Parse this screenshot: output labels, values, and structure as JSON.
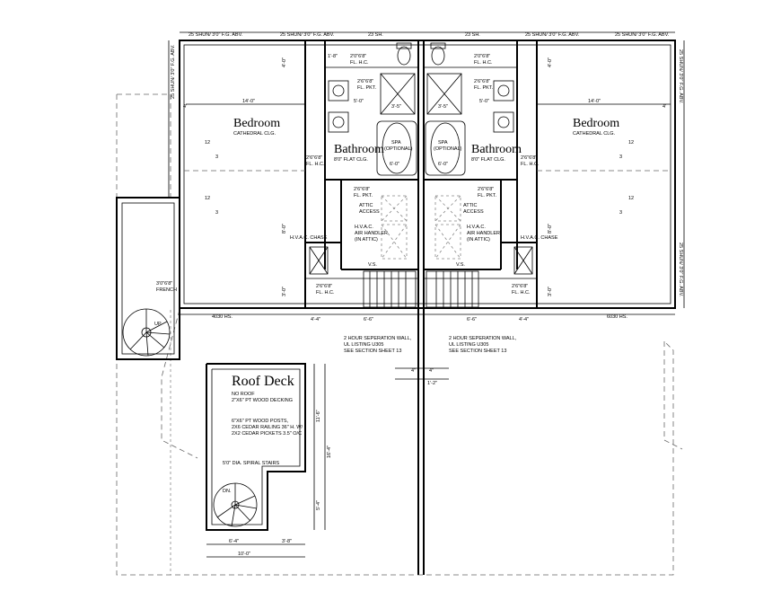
{
  "rooms": {
    "bedroom_left": "Bedroom",
    "bedroom_left_sub": "CATHEDRAL CLG.",
    "bedroom_right": "Bedroom",
    "bedroom_right_sub": "CATHEDRAL CLG.",
    "bathroom_left": "Bathroom",
    "bathroom_left_sub": "8'0\" FLAT CLG.",
    "bathroom_right": "Bathroom",
    "bathroom_right_sub": "8'0\" FLAT CLG.",
    "roof_deck": "Roof Deck"
  },
  "top_labels": {
    "win1": "25 SHUN/ 3'0\" F.G. ABV.",
    "win2": "25 SHUN/ 3'0\" F.G. ABV.",
    "sh_left": "23 SH.",
    "sh_right": "23 SH.",
    "win3": "25 SHUN/ 3'0\" F.G. ABV.",
    "win4": "25 SHUN/ 3'0\" F.G. ABV.",
    "side_left": "25 SHUN/ 3'0\" F.G. ABV.",
    "side_right": "25 SHUN/ 3'0\" F.G. ABV.",
    "side_right_low": "25 SHUN/ 3'0\" F.G. ABV."
  },
  "dims": {
    "bed_width": "14'-0\"",
    "bed_width_r": "14'-0\"",
    "bath_w_l": "5'-0\"",
    "bath_w_r": "5'-0\"",
    "shower_l": "3'-5\"",
    "shower_r": "3'-5\"",
    "spa_w_l": "6'-0\"",
    "spa_w_r": "6'-0\"",
    "mid_l": "6'-6\"",
    "mid_r": "6'-6\"",
    "small_l": "4'-4\"",
    "small_r": "4'-4\"",
    "sep_l": "4\"",
    "sep_r": "4\"",
    "sep_total": "1'-2\"",
    "deck_w1": "6'-4\"",
    "deck_w2": "3'-8\"",
    "deck_total": "10'-0\"",
    "deck_h1": "11'-6\"",
    "deck_h2": "16'-4\"",
    "deck_h3": "5'-4\"",
    "four1": "4'",
    "four2": "4'",
    "v1": "4'-0\"",
    "v2": "4'-0\"",
    "v3": "8'-0\"",
    "v4": "8'-0\"",
    "v5": "3'-0\"",
    "v6": "3'-0\""
  },
  "doors": {
    "d1": "1'-8\"",
    "d2": "2'0\"6'8\"",
    "d3": "FL. H.C.",
    "d4": "2'6\"6'8\"",
    "d5": "FL. PKT.",
    "d6": "2'6\"6'8\"",
    "d7": "FL. H.C.",
    "d8": "2'6\"6'8\"",
    "d9": "FL. PKT.",
    "d10": "2'6\"6'8\"",
    "d11": "FL. H.C.",
    "d12": "2'0\"6'8\"",
    "d13": "FL. H.C.",
    "d14": "2'6\"6'8\"",
    "d15": "FL. PKT.",
    "d16": "2'6\"6'8\"",
    "d17": "FL. H.C.",
    "d18": "2'6\"6'8\"",
    "d19": "FL. PKT.",
    "d20": "2'6\"6'8\"",
    "d21": "FL. H.C."
  },
  "notes": {
    "spa_l": "SPA",
    "spa_l2": "(OPTIONAL)",
    "spa_r": "SPA",
    "spa_r2": "(OPTIONAL)",
    "attic_l": "ATTIC",
    "attic_l2": "ACCESS",
    "attic_r": "ATTIC",
    "attic_r2": "ACCESS",
    "hvac_l": "H.V.A.C.",
    "hvac_l2": "AIR HANDLER",
    "hvac_l3": "(IN ATTIC)",
    "hvac_r": "H.V.A.C.",
    "hvac_r2": "AIR HANDLER",
    "hvac_r3": "(IN ATTIC)",
    "chase_l": "H.V.A.C. CHASE",
    "chase_r": "H.V.A.C. CHASE",
    "vs_l": "V.S.",
    "vs_r": "V.S.",
    "french": "3'0\"6'8\"",
    "french2": "FRENCH",
    "up": "UP",
    "dn": "DN.",
    "hs_l": "4030 HS.",
    "hs_r": "6030 HS.",
    "sep_wall_l1": "2 HOUR SEPERATION WALL,",
    "sep_wall_l2": "UL LISTING U305",
    "sep_wall_l3": "SEE SECTION SHEET 13",
    "sep_wall_r1": "2 HOUR SEPERATION WALL,",
    "sep_wall_r2": "UL LISTING U305",
    "sep_wall_r3": "SEE SECTION SHEET 13",
    "deck1": "NO ROOF",
    "deck2": "2\"X6\" PT WOOD DECKING",
    "deck3": "6\"X6\" PT WOOD POSTS,",
    "deck4": "2X6 CEDAR RAILING 36\" H. W/",
    "deck5": "2X2 CEDAR PICKETS 3.5\" O/C",
    "deck6": "5'0\" DIA. SPIRAL STAIRS",
    "twelve1": "12",
    "twelve2": "12",
    "twelve3": "12",
    "twelve4": "12",
    "three1": "3",
    "three2": "3",
    "three3": "3",
    "three4": "3"
  }
}
